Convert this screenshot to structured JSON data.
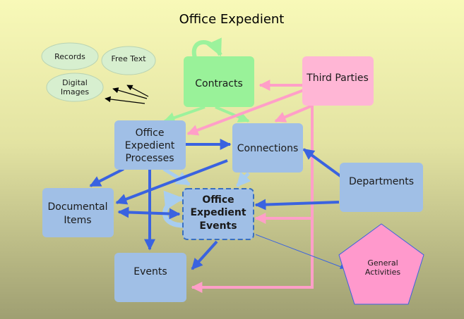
{
  "title": "Office Expedient",
  "nodes": {
    "records": "Records",
    "free_text": "Free Text",
    "digital_images": [
      "Digital",
      "Images"
    ],
    "contracts": "Contracts",
    "third_parties": "Third Parties",
    "oe_processes": [
      "Office",
      "Expedient",
      "Processes"
    ],
    "connections": "Connections",
    "departments": "Departments",
    "documental_items": [
      "Documental",
      "Items"
    ],
    "oe_events": [
      "Office",
      "Expedient",
      "Events"
    ],
    "events": "Events",
    "general_activities": [
      "General",
      "Activities"
    ]
  },
  "colors": {
    "blue_box": "#a0bfe6",
    "green_box": "#99f299",
    "pink_box": "#ffb6d5",
    "ellipse": "#d7efcf",
    "pentagon": "#ff99cc",
    "blue_arrow": "#3a63e0",
    "green_arrow": "#9cf29c",
    "pink_arrow": "#ff9fc8",
    "light_blue_arrow": "#a8cdf0"
  }
}
